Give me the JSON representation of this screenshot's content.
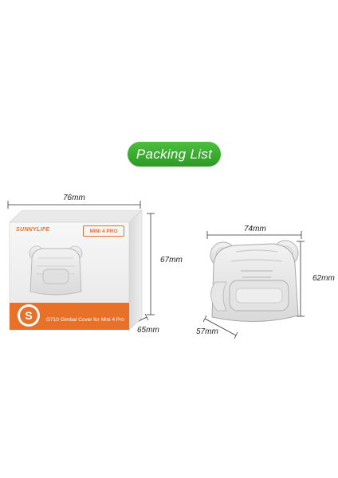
{
  "packing_list": {
    "title": "Packing List",
    "color": "#38ad2e"
  },
  "package_box": {
    "brand": "SUNNYLIFE",
    "model_tag": "MINI 4 PRO",
    "product_name": "G710 Gimbal Cover for Mini 4 Pro",
    "accent_color": "#e8712a",
    "dimensions": {
      "width": "76mm",
      "height": "67mm",
      "depth": "65mm"
    }
  },
  "gimbal_cover": {
    "dimensions": {
      "width": "74mm",
      "height": "62mm",
      "depth": "57mm"
    }
  }
}
